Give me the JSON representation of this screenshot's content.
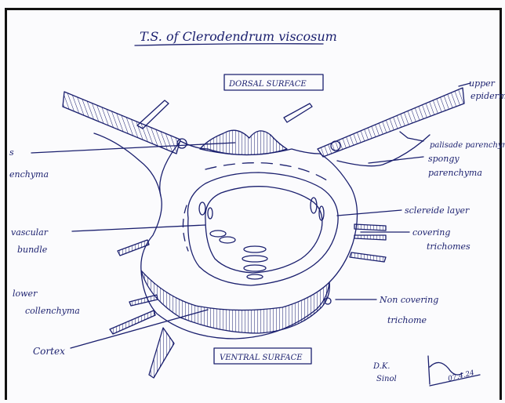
{
  "title": "T.S. of Clerodendrum viscosum",
  "surfaces": {
    "dorsal": "DORSAL SURFACE",
    "ventral": "VENTRAL SURFACE"
  },
  "labels": {
    "upper_epidermis_1": "upper",
    "upper_epidermis_2": "epidermi",
    "palisade": "palisade parenchyma",
    "spongy_1": "spongy",
    "spongy_2": "parenchyma",
    "sclereide": "sclereide layer",
    "covering_1": "covering",
    "covering_2": "trichomes",
    "non_covering_1": "Non covering",
    "non_covering_2": "trichome",
    "left_top_1": "s",
    "left_top_2": "enchyma",
    "vascular_1": "vascular",
    "vascular_2": "bundle",
    "lower_coll_1": "lower",
    "lower_coll_2": "collenchyma",
    "cortex": "Cortex"
  },
  "signature_text": {
    "line1": "D.K.",
    "line2": "Sinol",
    "date": "07.4.24"
  },
  "colors": {
    "ink": "#1a1f6e",
    "border": "#111111"
  }
}
